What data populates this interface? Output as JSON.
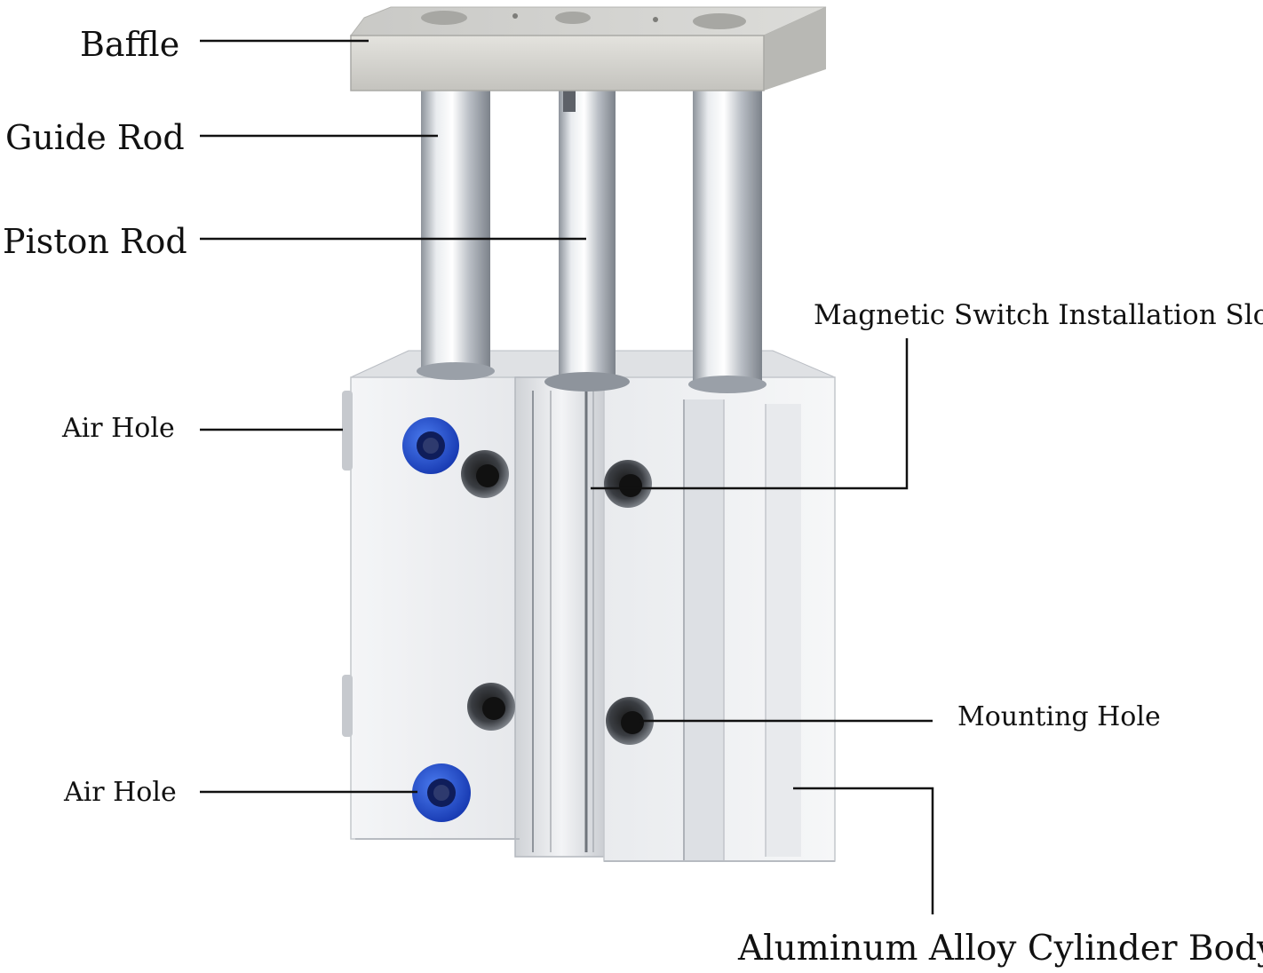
{
  "labels": {
    "baffle": "Baffle",
    "guide_rod": "Guide Rod",
    "piston_rod": "Piston Rod",
    "air_hole_top": "Air Hole",
    "air_hole_bottom": "Air Hole",
    "magnetic_switch_slot": "Magnetic Switch Installation Slot",
    "mounting_hole": "Mounting Hole",
    "cylinder_body": "Aluminum Alloy Cylinder Body"
  },
  "colors": {
    "aluminum_light": "#eef0f3",
    "aluminum_mid": "#d4d7dc",
    "aluminum_dark": "#9aa0a8",
    "fitting_blue": "#1f4fd0",
    "leader_line": "#111111"
  }
}
